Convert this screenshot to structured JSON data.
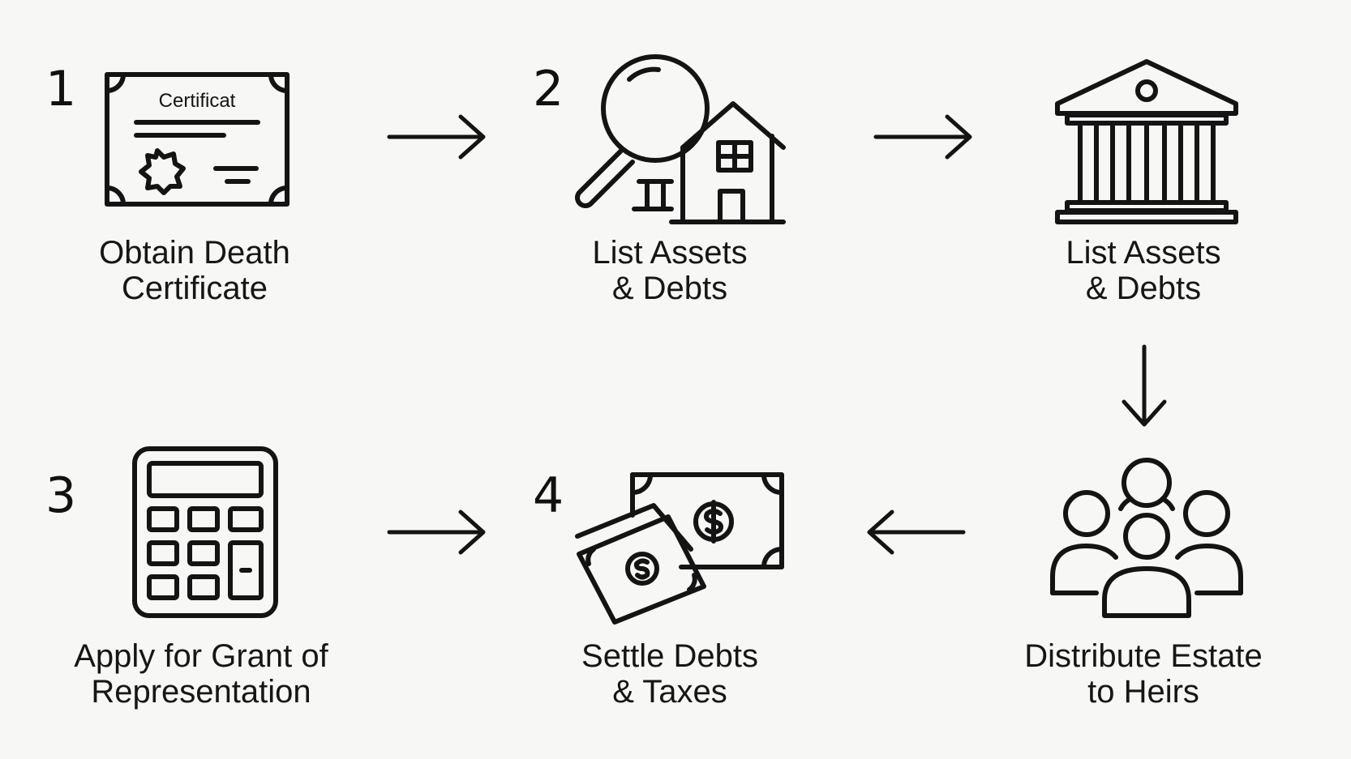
{
  "colors": {
    "ink": "#141414",
    "background": "#f7f7f5"
  },
  "steps": [
    {
      "number": "1",
      "icon": "certificate-icon",
      "icon_text": "Certificat",
      "label_line1": "Obtain Death",
      "label_line2": "Certificate"
    },
    {
      "number": "2",
      "icon": "magnifier-house-icon",
      "label_line1": "List Assets",
      "label_line2": "& Debts"
    },
    {
      "number": "",
      "icon": "bank-icon",
      "label_line1": "List Assets",
      "label_line2": "& Debts"
    },
    {
      "number": "3",
      "icon": "calculator-icon",
      "label_line1": "Apply for Grant of",
      "label_line2": "Representation"
    },
    {
      "number": "4",
      "icon": "money-icon",
      "label_line1": "Settle Debts",
      "label_line2": "& Taxes"
    },
    {
      "number": "",
      "icon": "people-icon",
      "label_line1": "Distribute Estate",
      "label_line2": "to Heirs"
    }
  ],
  "arrows": [
    {
      "from": "step-1",
      "to": "step-2",
      "direction": "right"
    },
    {
      "from": "step-2",
      "to": "step-bank",
      "direction": "right"
    },
    {
      "from": "step-bank",
      "to": "step-distribute",
      "direction": "down"
    },
    {
      "from": "step-distribute",
      "to": "step-4",
      "direction": "left"
    },
    {
      "from": "step-3",
      "to": "step-4",
      "direction": "right"
    }
  ]
}
